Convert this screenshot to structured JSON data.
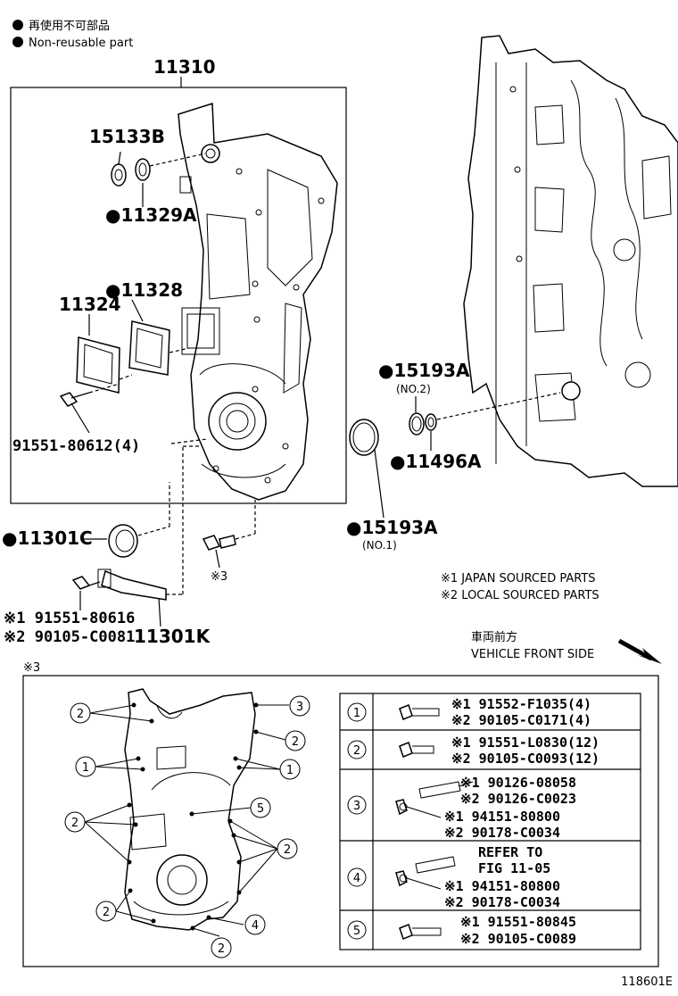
{
  "legend": {
    "jp": "再使用不可部品",
    "en": "Non-reusable part"
  },
  "labels": {
    "p11310": "11310",
    "p15133B": "15133B",
    "p11329A": "●11329A",
    "p11328": "●11328",
    "p11324": "11324",
    "p91551_80612": "91551-80612(4)",
    "p15193A_no2": "●15193A",
    "no2": "(NO.2)",
    "p11496A": "●11496A",
    "p15193A_no1": "●15193A",
    "no1": "(NO.1)",
    "p11301C": "●11301C",
    "ref3": "※3",
    "p91551_80616": "※1 91551-80616",
    "p90105_C0081": "※2 90105-C0081",
    "p11301K": "11301K"
  },
  "notes": {
    "japan": "※1 JAPAN SOURCED PARTS",
    "local": "※2 LOCAL SOURCED PARTS"
  },
  "front": {
    "jp": "車両前方",
    "en": "VEHICLE FRONT SIDE"
  },
  "detail": {
    "title": "※3",
    "callouts": [
      "1",
      "2",
      "3",
      "4",
      "5"
    ]
  },
  "table": {
    "rows": [
      {
        "num": "1",
        "lines": [
          "※1 91552-F1035(4)",
          "※2 90105-C0171(4)"
        ]
      },
      {
        "num": "2",
        "lines": [
          "※1 91551-L0830(12)",
          "※2 90105-C0093(12)"
        ]
      },
      {
        "num": "3",
        "lines": [
          "※1 90126-08058",
          "※2 90126-C0023",
          "※1 94151-80800",
          "※2 90178-C0034"
        ]
      },
      {
        "num": "4",
        "lines": [
          "REFER TO",
          "FIG 11-05",
          "※1 94151-80800",
          "※2 90178-C0034"
        ]
      },
      {
        "num": "5",
        "lines": [
          "※1 91551-80845",
          "※2 90105-C0089"
        ]
      }
    ]
  },
  "figure_id": "118601E"
}
